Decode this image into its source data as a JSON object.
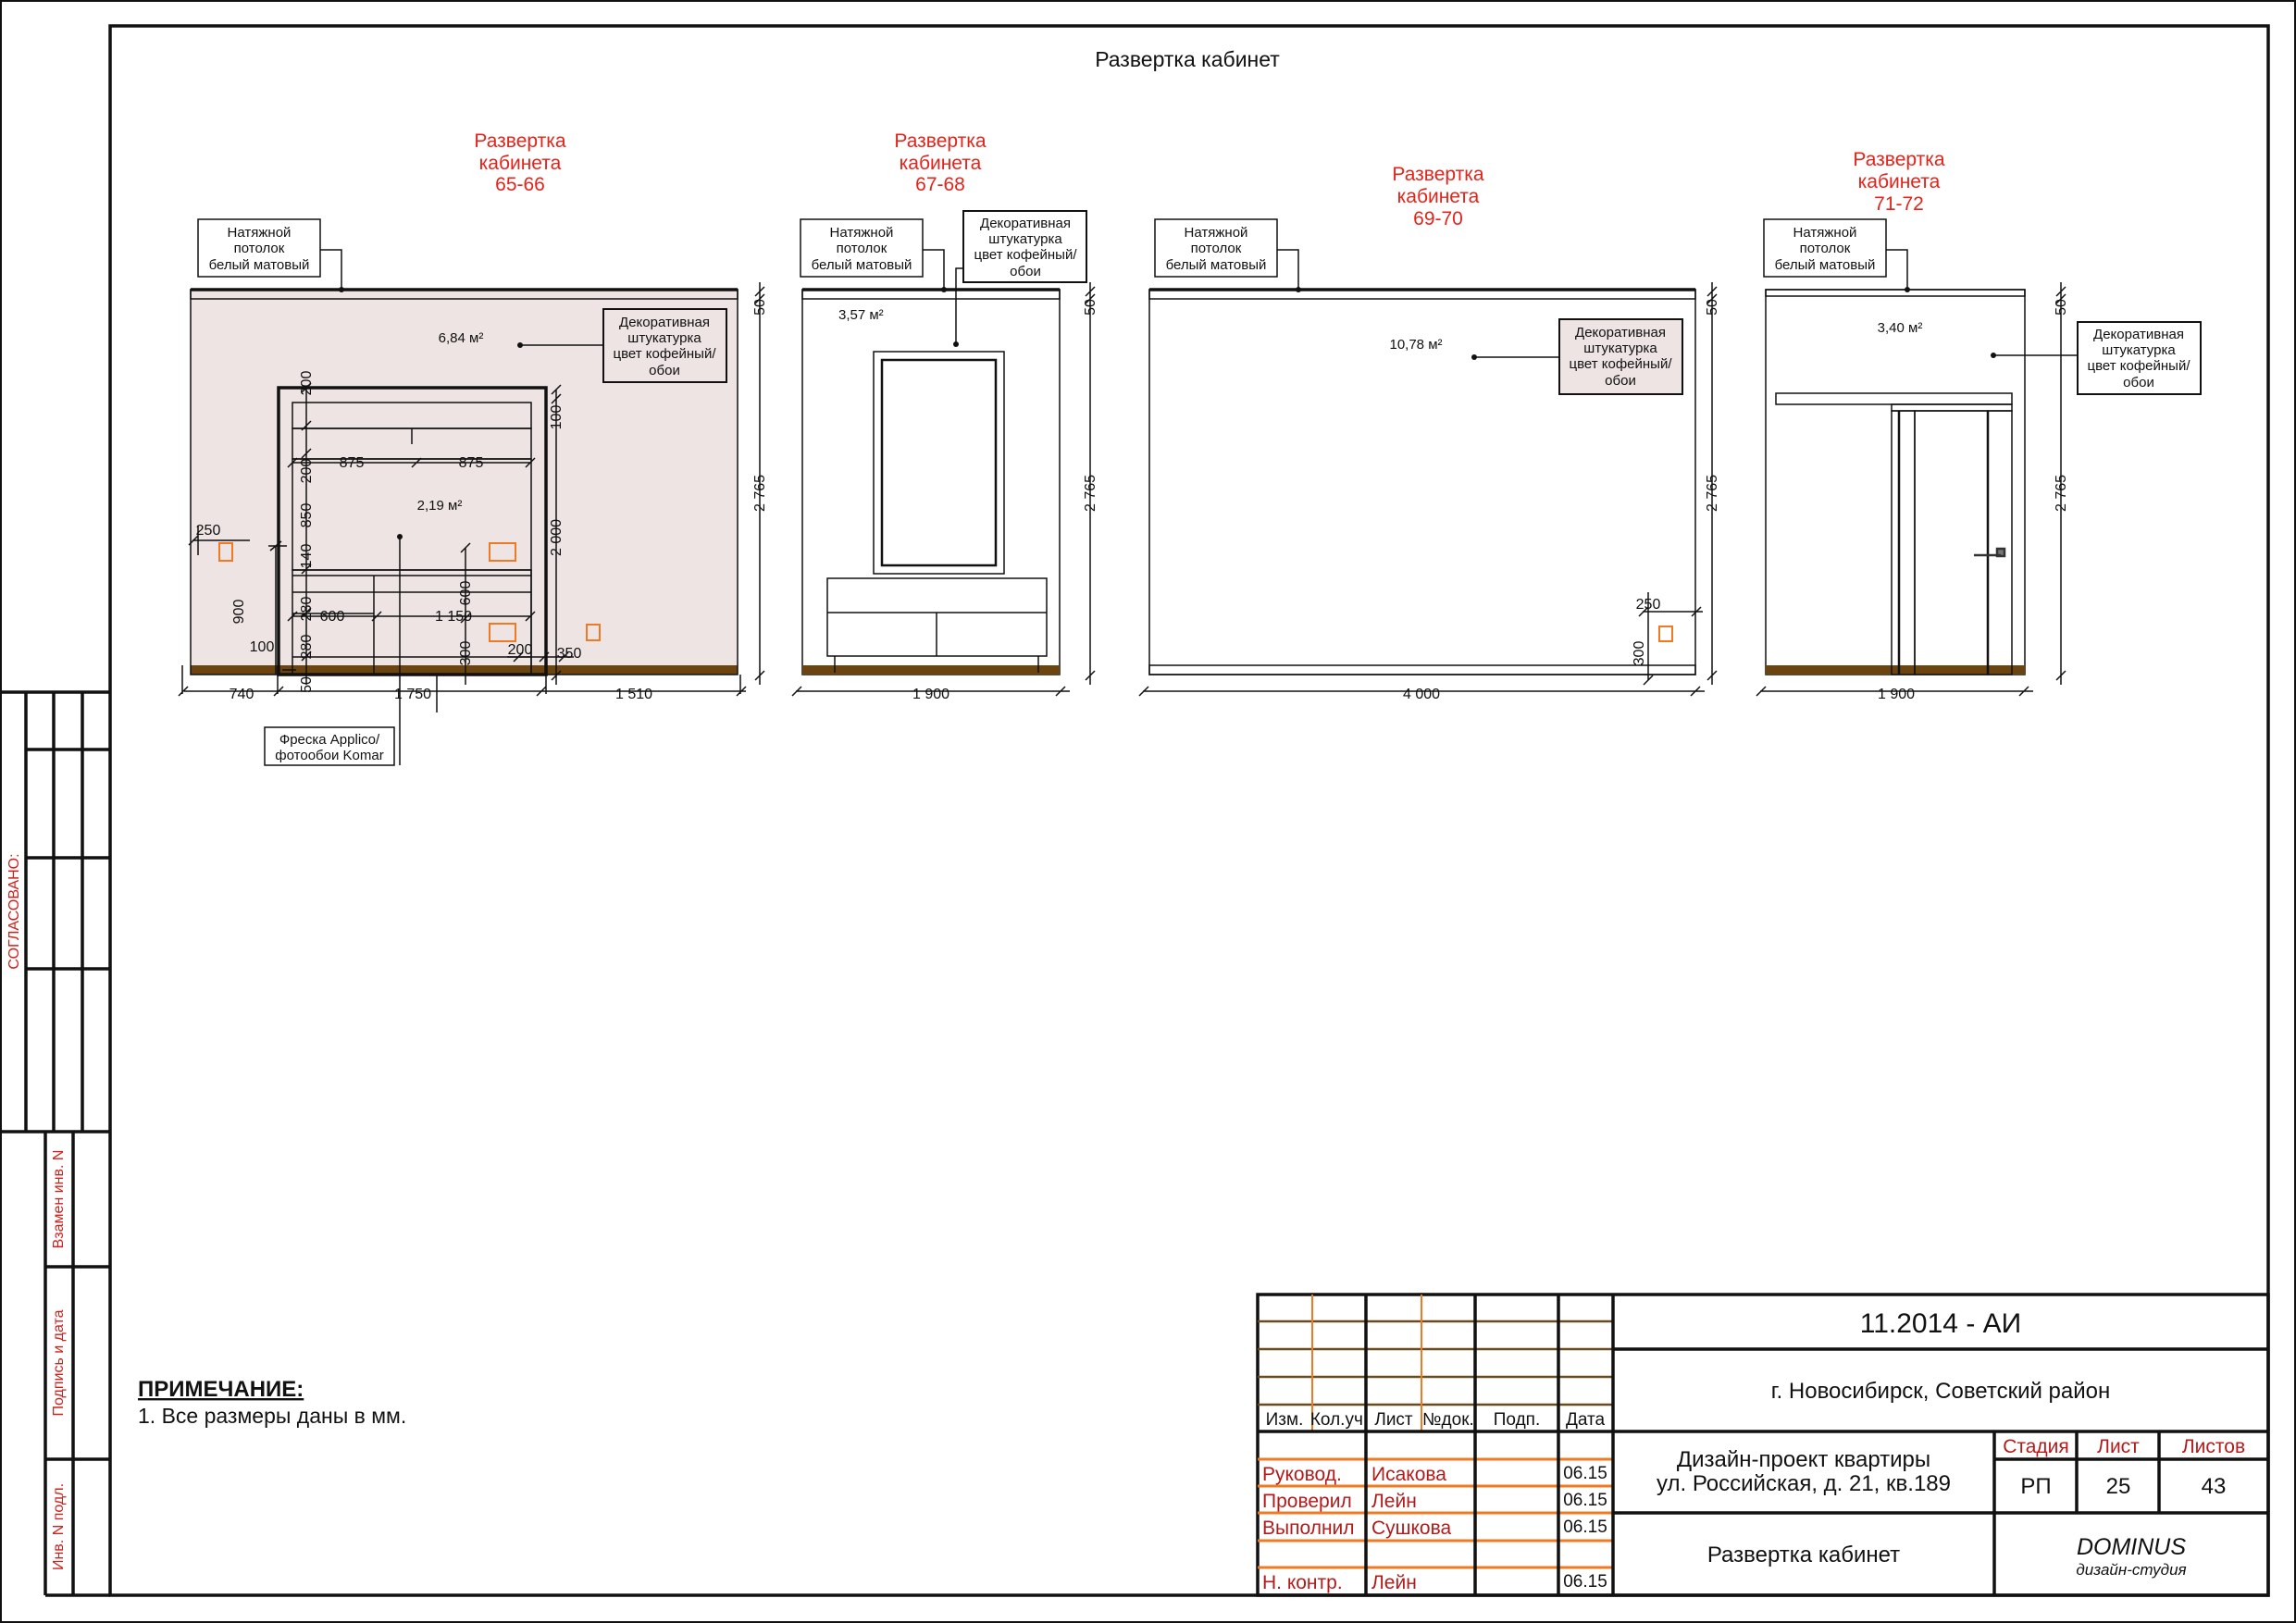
{
  "sheet": {
    "title": "Развертка кабинет",
    "note_heading": "ПРИМЕЧАНИЕ:",
    "note_text": "1. Все размеры даны в мм."
  },
  "colors": {
    "wall": "#ede4e3",
    "plinth": "#6b4410",
    "accent_red": "#e3241b",
    "socket": "#f07a22",
    "door_frame": "#f7e2bb"
  },
  "callouts": {
    "ceiling": [
      "Натяжной",
      "потолок",
      "белый матовый"
    ],
    "plaster": [
      "Декоративная",
      "штукатурка",
      "цвет кофейный/",
      "обои"
    ],
    "fresco": [
      "Фреска Applico/",
      "фотообои Komar"
    ]
  },
  "elevations": [
    {
      "title": [
        "Развертка",
        "кабинета",
        "65-66"
      ],
      "area": "6,84 м²",
      "fresco_area": "2,19 м²",
      "dims": [
        "250",
        "900",
        "100",
        "740",
        "1 750",
        "1 510",
        "200",
        "200",
        "850",
        "140",
        "280",
        "280",
        "50",
        "875",
        "875",
        "600",
        "1 150",
        "600",
        "300",
        "200",
        "350",
        "100",
        "2 000",
        "2 765",
        "50"
      ]
    },
    {
      "title": [
        "Развертка",
        "кабинета",
        "67-68"
      ],
      "area": "3,57 м²",
      "dims": [
        "1 900",
        "2 765",
        "50"
      ]
    },
    {
      "title": [
        "Развертка",
        "кабинета",
        "69-70"
      ],
      "area": "10,78 м²",
      "dims": [
        "4 000",
        "2 765",
        "50",
        "250",
        "300"
      ]
    },
    {
      "title": [
        "Развертка",
        "кабинета",
        "71-72"
      ],
      "area": "3,40 м²",
      "dims": [
        "1 900",
        "2 765",
        "50"
      ]
    }
  ],
  "side_stamp": {
    "agreed": "СОГЛАСОВАНО:",
    "fields": [
      "Взамен инв. N",
      "Подпись и дата",
      "Инв. N подл."
    ]
  },
  "title_block": {
    "code": "11.2014 - АИ",
    "location": "г. Новосибирск, Советский район",
    "project": [
      "Дизайн-проект квартиры",
      "ул. Российская, д. 21, кв.189"
    ],
    "sheet_name": "Развертка кабинет",
    "headers": [
      "Изм.",
      "Кол.уч.",
      "Лист",
      "№док.",
      "Подп.",
      "Дата"
    ],
    "roles": [
      {
        "role": "Руковод.",
        "name": "Исакова",
        "date": "06.15"
      },
      {
        "role": "Проверил",
        "name": "Лейн",
        "date": "06.15"
      },
      {
        "role": "Выполнил",
        "name": "Сушкова",
        "date": "06.15"
      },
      {
        "role": "Н. контр.",
        "name": "Лейн",
        "date": "06.15"
      }
    ],
    "stage_label": "Стадия",
    "sheet_label": "Лист",
    "sheets_label": "Листов",
    "stage": "РП",
    "sheet": "25",
    "sheets": "43",
    "studio": "DOMINUS",
    "studio_sub": "дизайн-студия"
  }
}
